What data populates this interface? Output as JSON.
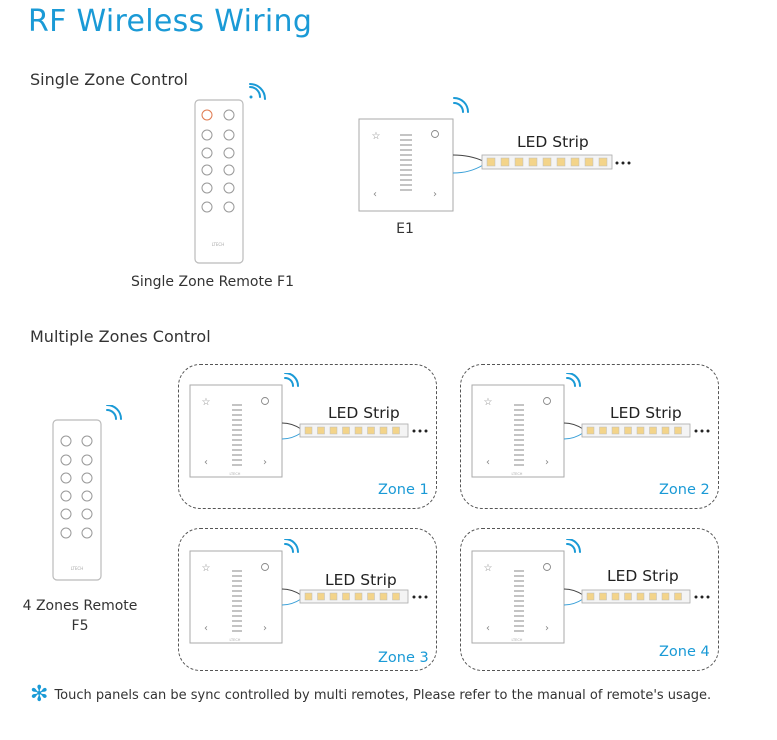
{
  "title": "RF Wireless Wiring",
  "single_zone": {
    "heading": "Single Zone Control",
    "remote_caption": "Single Zone Remote F1",
    "panel_caption": "E1",
    "led_label": "LED Strip"
  },
  "multi_zone": {
    "heading": "Multiple Zones Control",
    "remote_caption_line1": "4 Zones Remote",
    "remote_caption_line2": "F5",
    "zones": [
      {
        "label": "Zone 1",
        "led_label": "LED Strip"
      },
      {
        "label": "Zone 2",
        "led_label": "LED Strip"
      },
      {
        "label": "Zone 3",
        "led_label": "LED Strip"
      },
      {
        "label": "Zone 4",
        "led_label": "LED Strip"
      }
    ]
  },
  "note": "Touch panels can be sync controlled by multi remotes, Please refer to the manual of remote's usage.",
  "brand_mark": "LTECH",
  "colors": {
    "accent": "#1a9ad6",
    "wire_blue": "#3aa0d8",
    "wire_dark": "#444444"
  },
  "icons": [
    "wifi-signal-icon",
    "power-icon",
    "star-icon",
    "asterisk-icon"
  ]
}
